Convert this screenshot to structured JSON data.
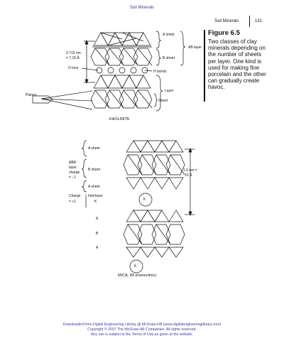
{
  "header": {
    "running_title": "Soil Minerals",
    "section_name": "Soil Minerals",
    "page_number": "131"
  },
  "figure": {
    "label": "Figure 6.5",
    "caption": "Two classes of clay minerals depending on the number of sheets per layer. One kind is used for making fine porcelain and the other can gradually create havoc."
  },
  "kaolinite": {
    "title": "KAOLINITE",
    "a_sheet": "A sheet",
    "ab_layer": "AB layer",
    "b_sheet": "B sheet",
    "spacing": "0.715 nm",
    "spacing_angstrom": "= 7.15 Å",
    "o_ions": "O ions",
    "h_bonds": "H bonds",
    "layer": "Layer",
    "sheet": "Sheet",
    "planes": "Planes"
  },
  "mica": {
    "title": "MICA, IM (monoclinic)",
    "a_sheet_top": "A sheet",
    "aba_layer": "ABA",
    "aba_layer2": "layer",
    "aba_charge": "charge",
    "aba_charge_value": "= −1",
    "b_sheet": "B sheet",
    "a_sheet_bottom": "A sheet",
    "spacing": "1.0 nm =",
    "spacing_angstrom": "10 Å",
    "charge": "Charge",
    "charge_value": "= +1",
    "interlayer": "Interlayer",
    "k_label": "K",
    "stack": [
      "A",
      "B",
      "A"
    ],
    "k_ion_mid": "K",
    "k_ion_bottom": "K"
  },
  "footer": {
    "line1": "Downloaded from Digital Engineering Library @ McGraw-Hill (www.digitalengineeringlibrary.com)",
    "line2": "Copyright © 2007 The McGraw-Hill Companies. All rights reserved.",
    "line3": "Any use is subject to the Terms of Use as given at the website."
  }
}
